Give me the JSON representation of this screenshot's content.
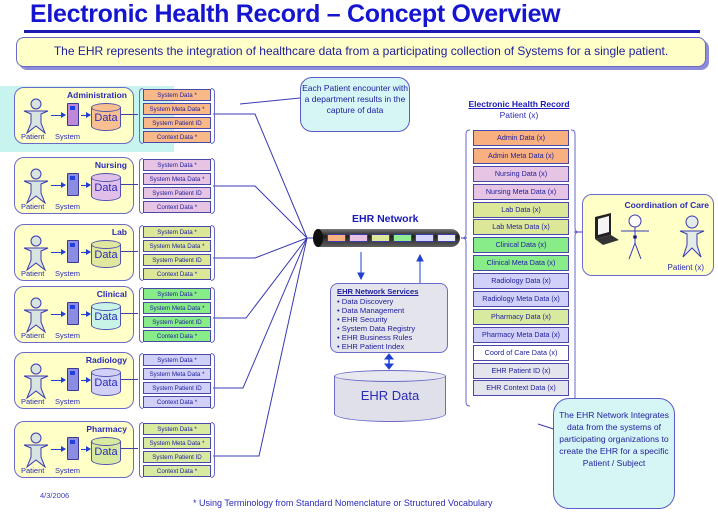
{
  "title": "Electronic Health Record – Concept Overview",
  "intro": "The EHR represents the integration of healthcare data from a participating collection of Systems for a single patient.",
  "labels": {
    "patient": "Patient",
    "system": "System",
    "data": "Data"
  },
  "departments": [
    {
      "name": "Administration",
      "color": "#f8b888",
      "dbcolor": "#f8c090",
      "highlighted": true
    },
    {
      "name": "Nursing",
      "color": "#e8c4e4",
      "dbcolor": "#e0c0e8"
    },
    {
      "name": "Lab",
      "color": "#dce898",
      "dbcolor": "#e0e8a0"
    },
    {
      "name": "Clinical",
      "color": "#88ec88",
      "dbcolor": "#c8f4e8"
    },
    {
      "name": "Radiology",
      "color": "#d0d0f8",
      "dbcolor": "#d0d0f8"
    },
    {
      "name": "Pharmacy",
      "color": "#d8eaa0",
      "dbcolor": "#d8eaa0"
    }
  ],
  "system_data_items": [
    "System Data *",
    "System Meta Data *",
    "System Patient ID",
    "Context Data *"
  ],
  "callout_top": "Each Patient encounter with a department results in the capture of data",
  "network": {
    "title": "EHR Network",
    "segment_colors": [
      "#f8b080",
      "#e8c0e0",
      "#dce898",
      "#90ec90",
      "#d4d4f8",
      "#e8e8f0"
    ]
  },
  "services": {
    "title": "EHR Network Services",
    "items": [
      "Data Discovery",
      "Data Management",
      "EHR Security",
      "System Data Registry",
      "EHR Business Rules",
      "EHR Patient Index"
    ]
  },
  "ehr_data": "EHR Data",
  "ehr_record": {
    "heading": "Electronic Health Record",
    "patient": "Patient (x)",
    "items": [
      {
        "label": "Admin Data (x)",
        "color": "#f8b080"
      },
      {
        "label": "Admin Meta Data (x)",
        "color": "#f8b080"
      },
      {
        "label": "Nursing Data (x)",
        "color": "#e8c4e4"
      },
      {
        "label": "Nursing Meta Data (x)",
        "color": "#e8c4e4"
      },
      {
        "label": "Lab Data (x)",
        "color": "#dce898"
      },
      {
        "label": "Lab Meta Data (x)",
        "color": "#dce898"
      },
      {
        "label": "Clinical Data (x)",
        "color": "#88ec88"
      },
      {
        "label": "Clinical Meta Data (x)",
        "color": "#88ec88"
      },
      {
        "label": "Radiology Data (x)",
        "color": "#d0d0f8"
      },
      {
        "label": "Radiology Meta Data (x)",
        "color": "#d0d0f8"
      },
      {
        "label": "Pharmacy Data (x)",
        "color": "#d8eaa0"
      },
      {
        "label": "Pharmacy Meta Data (x)",
        "color": "#d0d0f8"
      },
      {
        "label": "Coord of Care Data (x)",
        "color": "#ffffff"
      },
      {
        "label": "EHR Patient ID (x)",
        "color": "#e4e4ec"
      },
      {
        "label": "EHR Context Data (x)",
        "color": "#e4e4ec"
      }
    ]
  },
  "coordination": {
    "title": "Coordination of Care",
    "patient": "Patient (x)"
  },
  "callout_bottom": "The EHR Network Integrates data from the systems of participating organizations to create the EHR for a specific Patient / Subject",
  "date": "4/3/2006",
  "footnote": "* Using Terminology from Standard Nomenclature or Structured Vocabulary"
}
